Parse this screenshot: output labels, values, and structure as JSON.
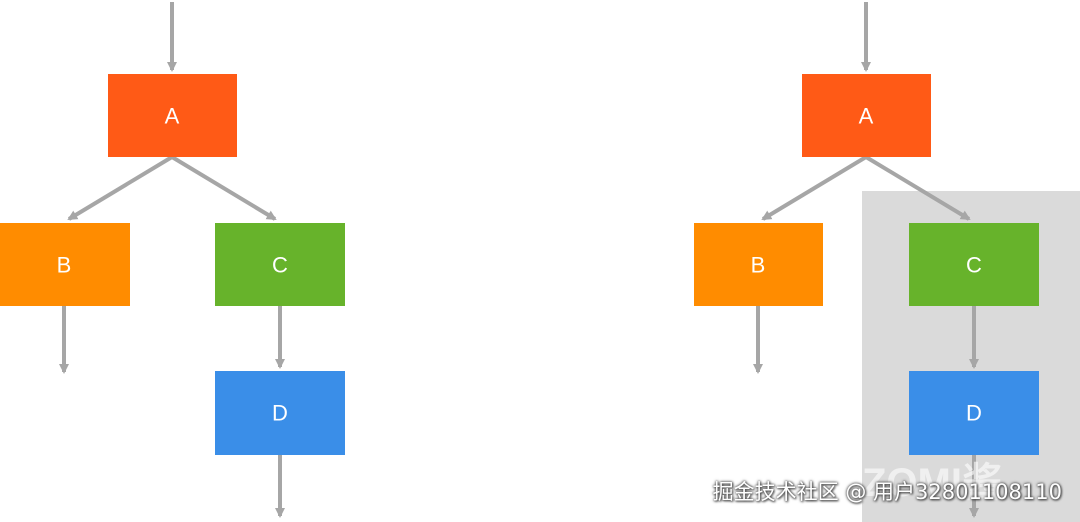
{
  "colors": {
    "node_a": "#ff5a16",
    "node_b": "#ff8c00",
    "node_c": "#67b32b",
    "node_d": "#3a8ee8",
    "arrow": "#a6a6a6",
    "highlight": "#dadada"
  },
  "left_graph": {
    "nodes": {
      "a": "A",
      "b": "B",
      "c": "C",
      "d": "D"
    }
  },
  "right_graph": {
    "nodes": {
      "a": "A",
      "b": "B",
      "c": "C",
      "d": "D"
    },
    "highlighted": [
      "C",
      "D"
    ],
    "watermark_logo": "ZOMI酱"
  },
  "watermark": {
    "text": "掘金技术社区 @ 用户32801108110"
  }
}
